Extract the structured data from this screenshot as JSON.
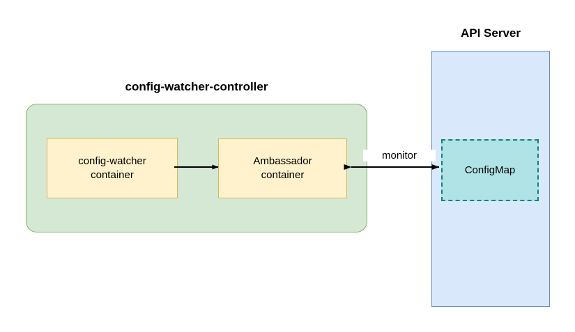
{
  "diagram": {
    "type": "architecture-diagram",
    "background_color": "#ffffff",
    "groups": [
      {
        "name": "config-watcher-controller",
        "title": "config-watcher-controller",
        "fill": "#d5e8d4",
        "stroke": "#82b366",
        "shape": "rounded-rectangle"
      },
      {
        "name": "api-server",
        "title": "API Server",
        "fill": "#dae8fc",
        "stroke": "#6c8ebf",
        "shape": "rectangle"
      }
    ],
    "nodes": [
      {
        "name": "config-watcher-container",
        "label_line1": "config-watcher",
        "label_line2": "container",
        "fill": "#fff2cc",
        "stroke": "#d6b656"
      },
      {
        "name": "ambassador-container",
        "label_line1": "Ambassador",
        "label_line2": "container",
        "fill": "#fff2cc",
        "stroke": "#d6b656"
      },
      {
        "name": "configmap",
        "label": "ConfigMap",
        "fill": "#b0e3e6",
        "stroke": "#0e8088",
        "border_style": "dashed"
      }
    ],
    "edges": [
      {
        "name": "watcher-to-ambassador",
        "label": "",
        "from": "config-watcher-container",
        "to": "ambassador-container",
        "direction": "forward",
        "color": "#000000"
      },
      {
        "name": "ambassador-to-configmap",
        "label": "monitor",
        "from": "ambassador-container",
        "to": "configmap",
        "direction": "bidirectional",
        "color": "#000000"
      }
    ]
  }
}
